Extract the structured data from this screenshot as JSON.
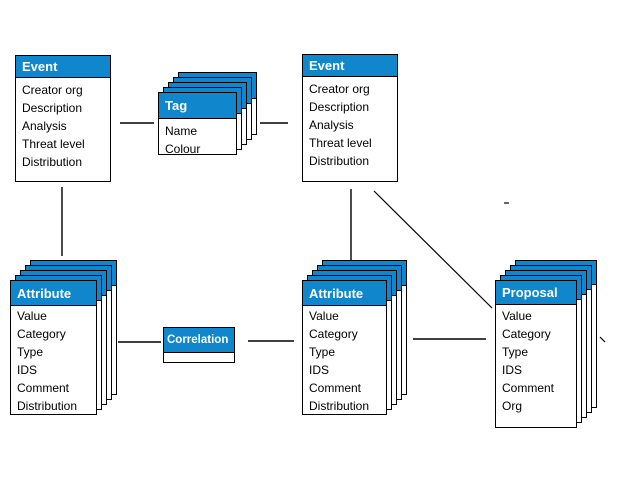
{
  "diagram": {
    "entities": [
      {
        "id": "event-left",
        "title": "Event",
        "stacked": false,
        "fields": [
          "Creator org",
          "Description",
          "Analysis",
          "Threat level",
          "Distribution"
        ]
      },
      {
        "id": "tag",
        "title": "Tag",
        "stacked": true,
        "fields": [
          "Name",
          "Colour"
        ]
      },
      {
        "id": "event-right",
        "title": "Event",
        "stacked": false,
        "fields": [
          "Creator org",
          "Description",
          "Analysis",
          "Threat level",
          "Distribution"
        ]
      },
      {
        "id": "attribute-left",
        "title": "Attribute",
        "stacked": true,
        "fields": [
          "Value",
          "Category",
          "Type",
          "IDS",
          "Comment",
          "Distribution"
        ]
      },
      {
        "id": "correlation",
        "title": "Correlation",
        "stacked": false,
        "fields": []
      },
      {
        "id": "attribute-middle",
        "title": "Attribute",
        "stacked": true,
        "fields": [
          "Value",
          "Category",
          "Type",
          "IDS",
          "Comment",
          "Distribution"
        ]
      },
      {
        "id": "proposal",
        "title": "Proposal",
        "stacked": true,
        "fields": [
          "Value",
          "Category",
          "Type",
          "IDS",
          "Comment",
          "Org"
        ]
      }
    ],
    "connections": [
      {
        "from": "event-left",
        "to": "tag",
        "style": "horizontal"
      },
      {
        "from": "tag",
        "to": "event-right",
        "style": "horizontal"
      },
      {
        "from": "event-left",
        "to": "attribute-left",
        "style": "vertical"
      },
      {
        "from": "event-right",
        "to": "attribute-middle",
        "style": "vertical"
      },
      {
        "from": "event-right",
        "to": "proposal",
        "style": "diagonal"
      },
      {
        "from": "attribute-left",
        "to": "correlation",
        "style": "horizontal"
      },
      {
        "from": "correlation",
        "to": "attribute-middle",
        "style": "horizontal"
      },
      {
        "from": "attribute-middle",
        "to": "proposal",
        "style": "horizontal"
      }
    ],
    "colors": {
      "header_bg": "#1086cc",
      "header_text": "#ffffff",
      "box_border": "#000000",
      "body_bg": "#ffffff",
      "line": "#000000",
      "background": "#ffffff"
    }
  }
}
